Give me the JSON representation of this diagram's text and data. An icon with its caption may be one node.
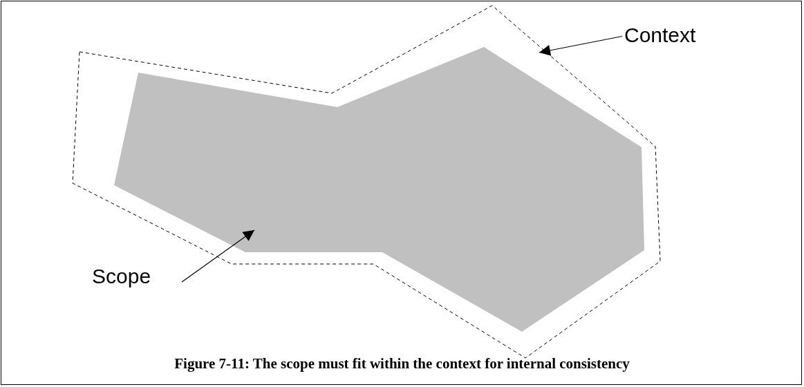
{
  "diagram": {
    "caption": "Figure 7-11: The scope must fit within the context for internal consistency",
    "nodes": [
      {
        "text": [],
        "shape": "polygon"
      },
      {
        "text": [],
        "shape": "polygon",
        "in": 0
      },
      {
        "text": [
          "Context"
        ]
      },
      {
        "text": [
          "Scope"
        ]
      }
    ],
    "edges": [
      {
        "from": 2,
        "to": 0,
        "arrow": "to"
      },
      {
        "from": 3,
        "to": 1,
        "arrow": "to"
      }
    ]
  }
}
